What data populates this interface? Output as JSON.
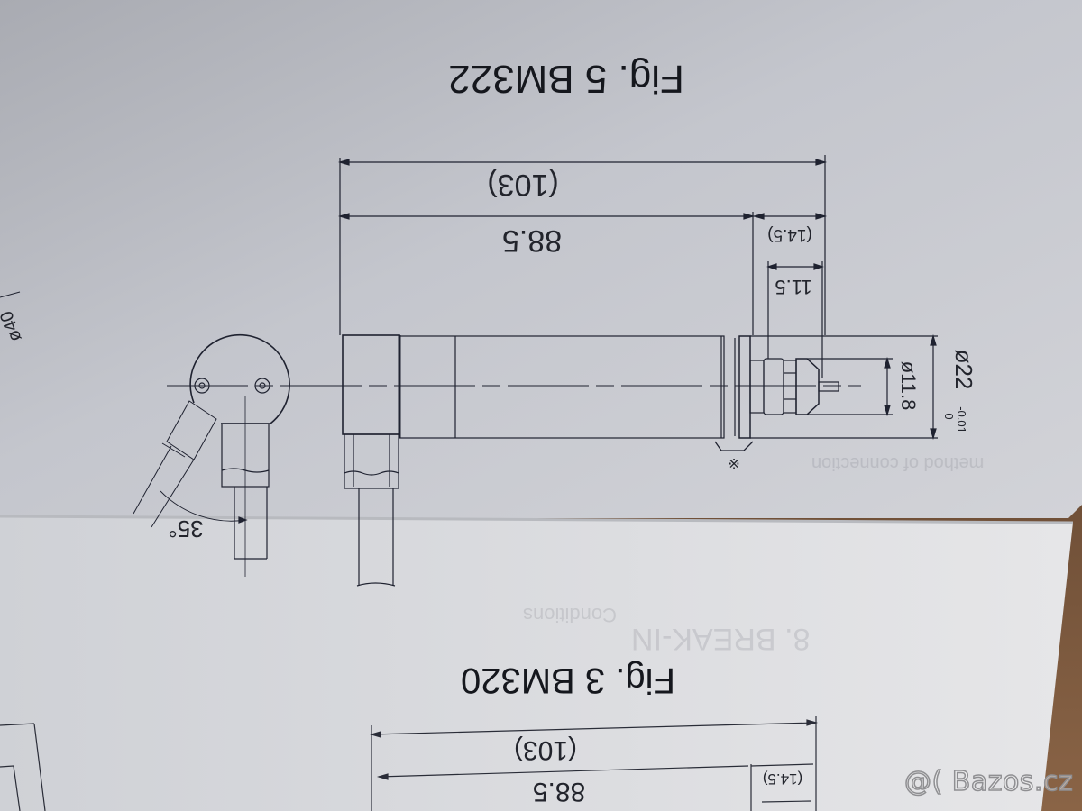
{
  "figures": {
    "fig5": {
      "caption": "Fig. 5  BM322",
      "dimensions": {
        "overall_length": "(103)",
        "body_length": "88.5",
        "tip_length": "(14.5)",
        "tip_inner_length": "11.5",
        "outer_diameter": "ø22",
        "outer_diameter_tol_upper": "0",
        "outer_diameter_tol_lower": "-0.01",
        "tip_diameter": "ø11.8",
        "cable_angle": "35°",
        "note_mark": "※"
      }
    },
    "fig3": {
      "caption": "Fig. 3  BM320",
      "dimensions": {
        "overall_length": "(103)",
        "body_length": "88.5",
        "tip_length": "(14.5)"
      }
    },
    "partial_left_label": "ø40"
  },
  "colors": {
    "paper": "#c9cbd2",
    "paper_light": "#dfe0e4",
    "ink": "#1f2230",
    "table_wood": "#7a5a40"
  },
  "watermark": {
    "text": "@( Bazos.cz"
  }
}
